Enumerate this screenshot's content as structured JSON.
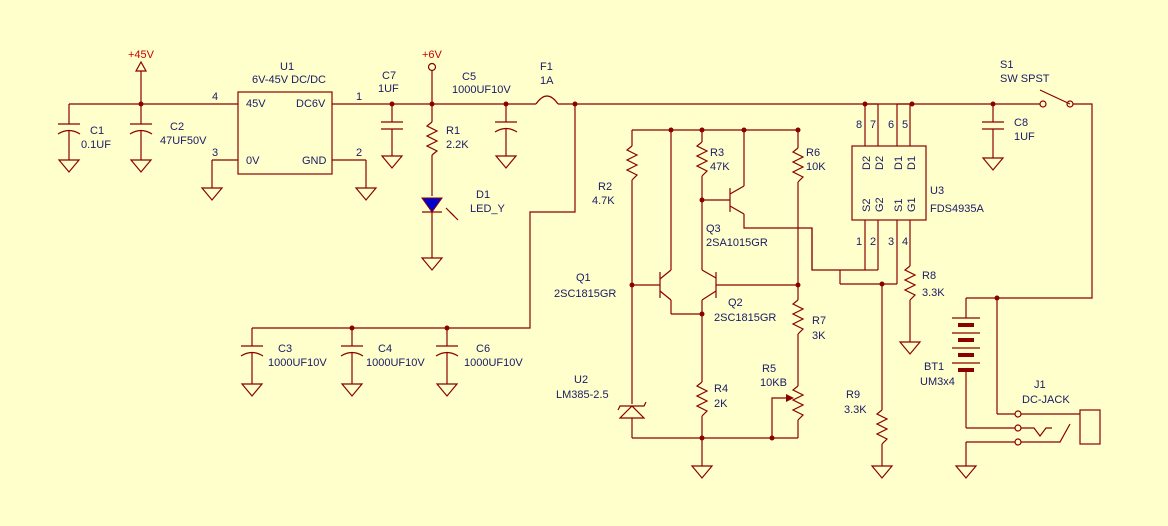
{
  "colors": {
    "background": "#ffffcc",
    "wire": "#8b0000",
    "text": "#1a1a66",
    "power_label": "#cc0000",
    "led_fill": "#0000cc"
  },
  "power": {
    "v45": "+45V",
    "v6": "+6V"
  },
  "u1": {
    "ref": "U1",
    "name": "6V-45V DC/DC",
    "pin_45v": "45V",
    "pin_0v": "0V",
    "pin_dc6v": "DC6V",
    "pin_gnd": "GND",
    "pin4": "4",
    "pin3": "3",
    "pin1": "1",
    "pin2": "2"
  },
  "c1": {
    "ref": "C1",
    "value": "0.1UF"
  },
  "c2": {
    "ref": "C2",
    "value": "47UF50V"
  },
  "c7": {
    "ref": "C7",
    "value": "1UF"
  },
  "c5": {
    "ref": "C5",
    "value": "1000UF10V"
  },
  "f1": {
    "ref": "F1",
    "value": "1A"
  },
  "r1": {
    "ref": "R1",
    "value": "2.2K"
  },
  "d1": {
    "ref": "D1",
    "value": "LED_Y"
  },
  "c3": {
    "ref": "C3",
    "value": "1000UF10V"
  },
  "c4": {
    "ref": "C4",
    "value": "1000UF10V"
  },
  "c6": {
    "ref": "C6",
    "value": "1000UF10V"
  },
  "r2": {
    "ref": "R2",
    "value": "4.7K"
  },
  "r3": {
    "ref": "R3",
    "value": "47K"
  },
  "r6": {
    "ref": "R6",
    "value": "10K"
  },
  "q3": {
    "ref": "Q3",
    "value": "2SA1015GR"
  },
  "q1": {
    "ref": "Q1",
    "value": "2SC1815GR"
  },
  "q2": {
    "ref": "Q2",
    "value": "2SC1815GR"
  },
  "r7": {
    "ref": "R7",
    "value": "3K"
  },
  "r5": {
    "ref": "R5",
    "value": "10KB"
  },
  "r4": {
    "ref": "R4",
    "value": "2K"
  },
  "u2": {
    "ref": "U2",
    "value": "LM385-2.5"
  },
  "r9": {
    "ref": "R9",
    "value": "3.3K"
  },
  "r8": {
    "ref": "R8",
    "value": "3.3K"
  },
  "u3": {
    "ref": "U3",
    "value": "FDS4935A",
    "pins_top": [
      "8",
      "7",
      "6",
      "5"
    ],
    "pins_bottom": [
      "1",
      "2",
      "3",
      "4"
    ],
    "labels_top": [
      "D2",
      "D2",
      "D1",
      "D1"
    ],
    "labels_bottom": [
      "S2",
      "G2",
      "S1",
      "G1"
    ]
  },
  "c8": {
    "ref": "C8",
    "value": "1UF"
  },
  "s1": {
    "ref": "S1",
    "value": "SW SPST"
  },
  "bt1": {
    "ref": "BT1",
    "value": "UM3x4"
  },
  "j1": {
    "ref": "J1",
    "value": "DC-JACK"
  }
}
